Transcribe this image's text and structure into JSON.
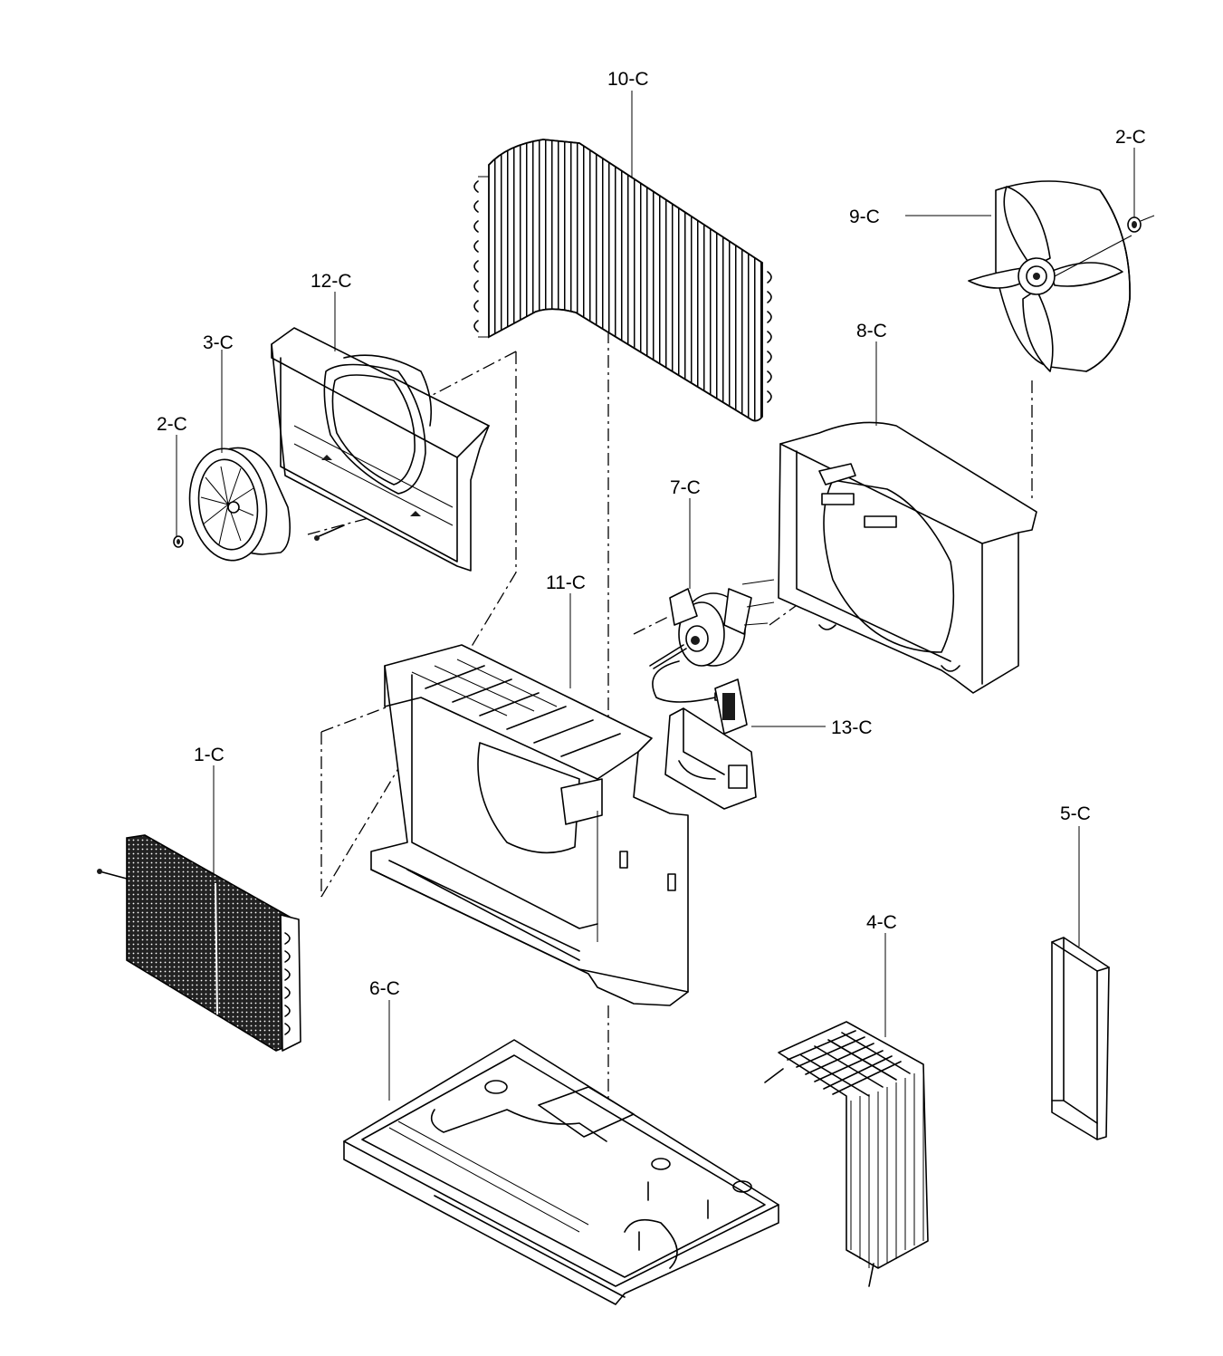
{
  "labels": {
    "part_10": "10-C",
    "part_2_top": "2-C",
    "part_9": "9-C",
    "part_12": "12-C",
    "part_3": "3-C",
    "part_2_left": "2-C",
    "part_8": "8-C",
    "part_7": "7-C",
    "part_11": "11-C",
    "part_13": "13-C",
    "part_1": "1-C",
    "part_5": "5-C",
    "part_4": "4-C",
    "part_6": "6-C"
  }
}
